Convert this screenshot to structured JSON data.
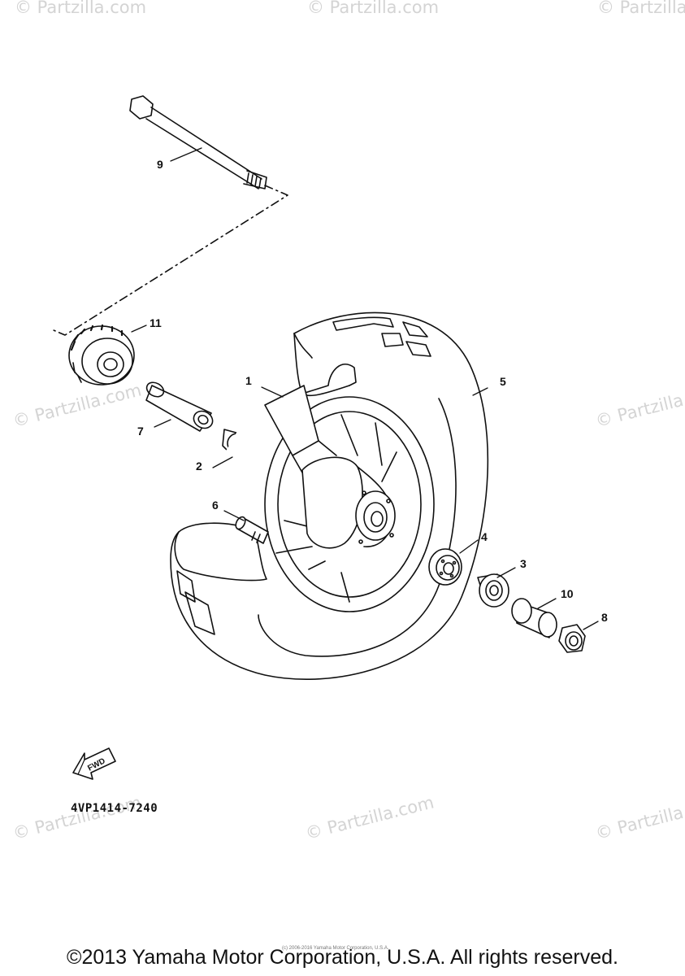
{
  "watermark": {
    "text": "© Partzilla.com"
  },
  "parts": [
    {
      "num": "1",
      "name": "wheel-rim"
    },
    {
      "num": "2",
      "name": "collar-small"
    },
    {
      "num": "3",
      "name": "bearing-right"
    },
    {
      "num": "4",
      "name": "bearing-left"
    },
    {
      "num": "5",
      "name": "tire"
    },
    {
      "num": "6",
      "name": "valve"
    },
    {
      "num": "7",
      "name": "spacer"
    },
    {
      "num": "8",
      "name": "nut"
    },
    {
      "num": "9",
      "name": "axle-shaft"
    },
    {
      "num": "10",
      "name": "collar"
    },
    {
      "num": "11",
      "name": "gear-unit"
    }
  ],
  "fwd_label": "FWD",
  "diagram_code": "4VP1414-7240",
  "fine_print": "(c) 2006-2016 Yamaha Motor Corporation, U.S.A.",
  "copyright": "©2013 Yamaha Motor Corporation, U.S.A. All rights reserved."
}
